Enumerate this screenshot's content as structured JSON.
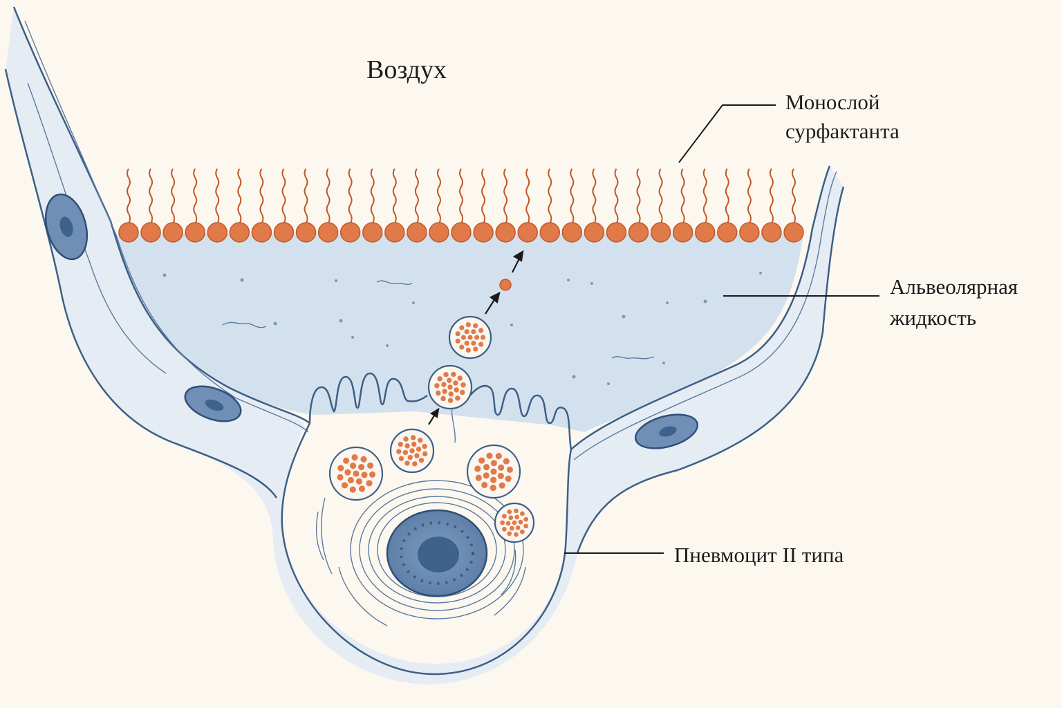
{
  "labels": {
    "air": "Воздух",
    "monolayer_line1": "Монослой",
    "monolayer_line2": "сурфактанта",
    "fluid_line1": "Альвеолярная",
    "fluid_line2": "жидкость",
    "cell": "Пневмоцит II типа"
  },
  "colors": {
    "background": "#fcf8f0",
    "wall_fill": "#e4ebf2",
    "fluid_fill": "#d3e1ee",
    "outline": "#3d5f86",
    "surfactant": "#e07a48",
    "surfactant_stroke": "#c0582a",
    "nucleus": "#6f8fb6"
  },
  "surfactant": {
    "molecule_count": 31
  }
}
